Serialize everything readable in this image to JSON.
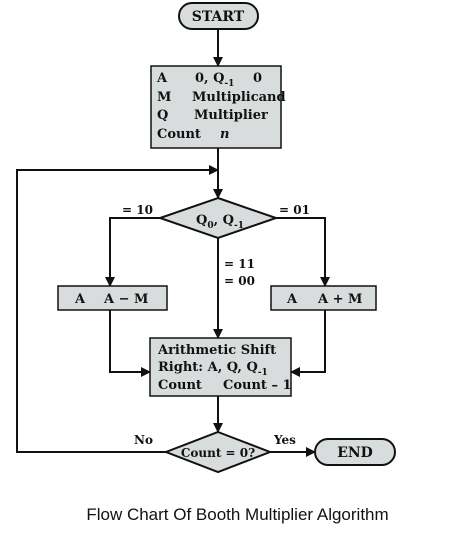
{
  "start": "START",
  "init_box": {
    "line1_left": "A",
    "line1_right": "0, Q",
    "line1_sub": "-1",
    "line1_value": "0",
    "line2_left": "M",
    "line2_right": "Multiplicand",
    "line3_left": "Q",
    "line3_right": "Multiplier",
    "line4_left": "Count",
    "line4_right": "n"
  },
  "decision1": {
    "q0": "Q",
    "q0_sub": "0",
    "sep": ", Q",
    "q1_sub": "-1"
  },
  "branch_labels": {
    "left": "= 10",
    "right": "= 01",
    "mid_top": "= 11",
    "mid_bottom": "= 00"
  },
  "sub_box": {
    "left": "A",
    "right": "A − M"
  },
  "add_box": {
    "left": "A",
    "right": "A + M"
  },
  "shift_box": {
    "line1": "Arithmetic Shift",
    "line2_text": "Right: A, Q, Q",
    "line2_sub": "-1",
    "line3_left": "Count",
    "line3_right": "Count – 1"
  },
  "decision2": {
    "text": "Count = 0?"
  },
  "no_label": "No",
  "yes_label": "Yes",
  "end": "END",
  "caption": "Flow Chart Of Booth Multiplier Algorithm",
  "colors": {
    "box_fill": "#d9dcdc",
    "stroke": "#111111"
  }
}
